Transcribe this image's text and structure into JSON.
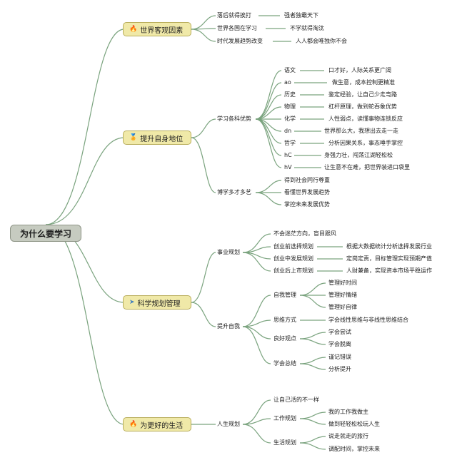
{
  "colors": {
    "line": "#7aa37e",
    "root_fill": "#c6cbc0",
    "cat_fill": "#f0e9a8"
  },
  "root": "为什么要学习",
  "categories": [
    {
      "label": "世界客观因素",
      "icon": "fire-blue-icon",
      "items": [
        {
          "label": "落后就得挨打",
          "detail": "强者独霸天下"
        },
        {
          "label": "世界各国在学习",
          "detail": "不学就得淘汰"
        },
        {
          "label": "时代发展趋势改变",
          "detail": "人人都会唯独你不会"
        }
      ]
    },
    {
      "label": "提升自身地位",
      "icon": "medal-icon",
      "groups": [
        {
          "label": "学习各科优势",
          "items": [
            {
              "label": "语文",
              "detail": "口才好，人际关系更广阔"
            },
            {
              "label": "ao",
              "detail": "做生意，成本控制更精准"
            },
            {
              "label": "历史",
              "detail": "鉴定经验，让自己少走弯路"
            },
            {
              "label": "物理",
              "detail": "杠杆原理，做到蛇吞象优势"
            },
            {
              "label": "化学",
              "detail": "人性弱点，读懂事物连锁反应"
            },
            {
              "label": "dn",
              "detail": "世界那么大，我想出去走一走"
            },
            {
              "label": "哲学",
              "detail": "分析因果关系，事态唾手掌控"
            },
            {
              "label": "hC",
              "detail": "身强力壮，闯荡江湖轻松松"
            },
            {
              "label": "hV",
              "detail": "让生意不在难，把世界装进口袋里"
            }
          ]
        },
        {
          "label": "博学多才多艺",
          "items": [
            {
              "label": "得到社会同行尊重"
            },
            {
              "label": "看懂世界发展趋势"
            },
            {
              "label": "掌控未来发展优势"
            }
          ]
        }
      ]
    },
    {
      "label": "科学规划管理",
      "icon": "paper-plane-icon",
      "groups": [
        {
          "label": "事业规划",
          "items": [
            {
              "label": "不会迷茫方向，盲目跟风"
            },
            {
              "label": "创业前选择规划",
              "detail": "根据大数据统计分析选择发展行业"
            },
            {
              "label": "创业中发展规划",
              "detail": "定岗定责，目标管理实现预期产值"
            },
            {
              "label": "创业后上市规划",
              "detail": "人财兼备，实现资本市场平稳运作"
            }
          ]
        },
        {
          "label": "提升自我",
          "items": [
            {
              "label": "自我管理",
              "subs": [
                "管理好时间",
                "管理好情绪",
                "管理好自律"
              ]
            },
            {
              "label": "思维方式",
              "detail": "学会线性思维与非线性思维结合"
            },
            {
              "label": "良好观点",
              "subs": [
                "学会尝试",
                "学会脱离"
              ]
            },
            {
              "label": "学会总结",
              "subs": [
                "谨记错误",
                "分析提升"
              ]
            }
          ]
        }
      ]
    },
    {
      "label": "为更好的生活",
      "icon": "fire-red-icon",
      "groups": [
        {
          "label": "人生规划",
          "items": [
            {
              "label": "让自己活的不一样"
            },
            {
              "label": "工作规划",
              "subs": [
                "我的工作我做主",
                "做到轻轻松松玩人生"
              ]
            },
            {
              "label": "生活规划",
              "subs": [
                "说走就走的旅行",
                "调配时间，掌控未来"
              ]
            }
          ]
        }
      ]
    }
  ]
}
